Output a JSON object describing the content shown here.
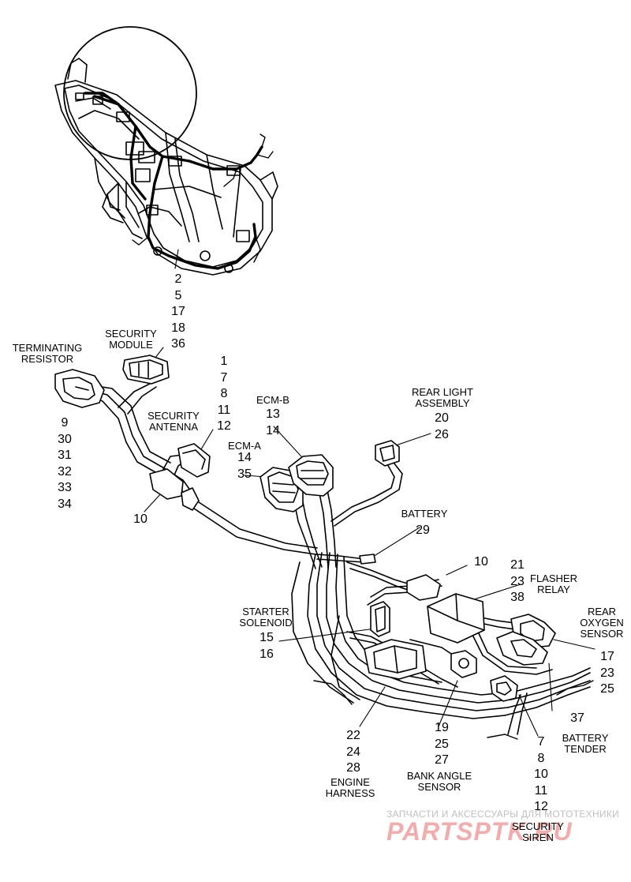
{
  "colors": {
    "line": "#000000",
    "fill": "#ffffff",
    "watermark_text": "#bfbfbf",
    "watermark_logo": "#ee9999"
  },
  "labels": {
    "terminating_resistor": [
      "TERMINATING",
      "RESISTOR"
    ],
    "security_module": [
      "SECURITY",
      "MODULE"
    ],
    "security_antenna": [
      "SECURITY",
      "ANTENNA"
    ],
    "ecm_b": "ECM-B",
    "ecm_a": "ECM-A",
    "rear_light_assembly": [
      "REAR LIGHT",
      "ASSEMBLY"
    ],
    "battery": "BATTERY",
    "flasher_relay": [
      "FLASHER",
      "RELAY"
    ],
    "rear_oxygen_sensor": [
      "REAR",
      "OXYGEN",
      "SENSOR"
    ],
    "starter_solenoid": [
      "STARTER",
      "SOLENOID"
    ],
    "battery_tender": [
      "BATTERY",
      "TENDER"
    ],
    "engine_harness": [
      "ENGINE",
      "HARNESS"
    ],
    "bank_angle_sensor": [
      "BANK ANGLE",
      "SENSOR"
    ],
    "security_siren": [
      "SECURITY",
      "SIREN"
    ]
  },
  "callouts": {
    "frame": [
      "2",
      "5",
      "17",
      "18",
      "36"
    ],
    "security_antenna": [
      "1",
      "7",
      "8",
      "11",
      "12"
    ],
    "terminating_resistor": [
      "9",
      "30",
      "31",
      "32",
      "33",
      "34"
    ],
    "ecm_b": [
      "13",
      "14"
    ],
    "ecm_a": [
      "14",
      "35"
    ],
    "rear_light": [
      "20",
      "26"
    ],
    "security_module_connector": "10",
    "battery": "29",
    "flasher_relay_connector": "10",
    "flasher_relay": [
      "21",
      "23",
      "38"
    ],
    "starter_solenoid": [
      "15",
      "16"
    ],
    "rear_oxygen_sensor": [
      "17",
      "23",
      "25"
    ],
    "battery_tender": "37",
    "engine_harness": [
      "22",
      "24",
      "28"
    ],
    "bank_angle_sensor": [
      "19",
      "25",
      "27"
    ],
    "security_siren": [
      "7",
      "8",
      "10",
      "11",
      "12"
    ]
  },
  "watermark": {
    "text": "ЗАПЧАСТИ И АКСЕССУАРЫ ДЛЯ МОТОТЕХНИКИ",
    "logo": "PARTSPTK.RU"
  }
}
